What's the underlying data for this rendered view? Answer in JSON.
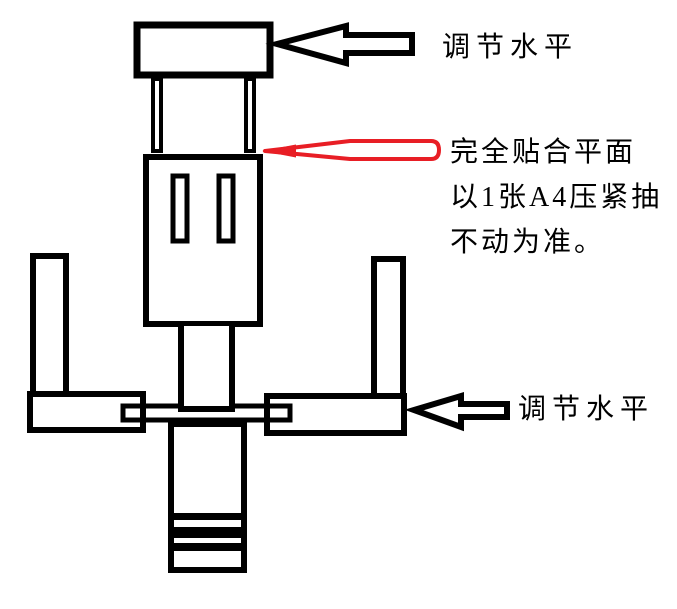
{
  "colors": {
    "line": "#000000",
    "accent": "#e81e25",
    "bg": "#ffffff"
  },
  "annotations": {
    "top_label": "调节水平",
    "bottom_label": "调节水平",
    "note_line1": "完全贴合平面",
    "note_line2": "以1张A4压紧抽",
    "note_line3": "不动为准。"
  }
}
